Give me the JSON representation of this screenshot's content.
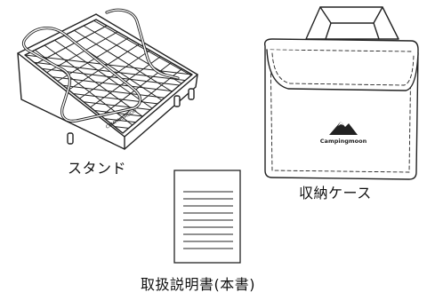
{
  "items": {
    "stand": {
      "label": "スタンド",
      "brand_mark": "CAMPINGMOON",
      "icon": "trivet-grill-stand"
    },
    "bag": {
      "label": "収納ケース",
      "brand_mark": "Campingmoon",
      "icon": "storage-pouch"
    },
    "manual": {
      "label": "取扱説明書(本書)",
      "icon": "instruction-sheet"
    }
  },
  "colors": {
    "line": "#222222",
    "background": "#ffffff"
  }
}
